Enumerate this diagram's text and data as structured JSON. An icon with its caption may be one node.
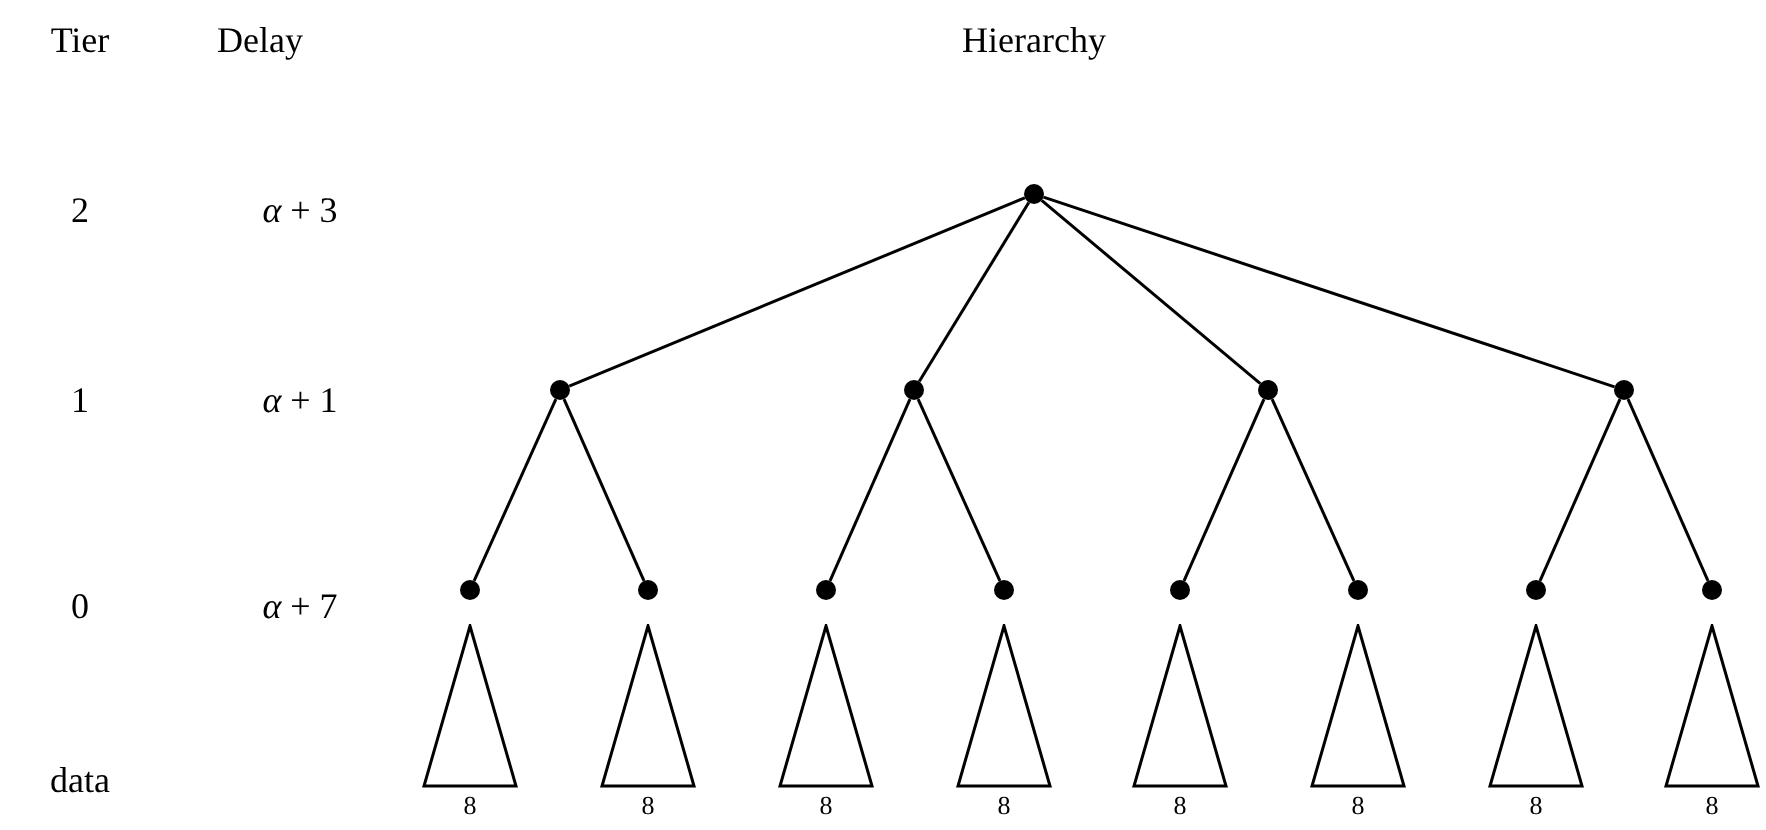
{
  "diagram": {
    "nodes": [
      {
        "text": [],
        "shape": "circle"
      },
      {
        "text": [],
        "shape": "circle"
      },
      {
        "text": [],
        "shape": "circle"
      },
      {
        "text": [],
        "shape": "circle"
      },
      {
        "text": [],
        "shape": "circle"
      },
      {
        "text": [],
        "shape": "circle"
      },
      {
        "text": [],
        "shape": "circle"
      },
      {
        "text": [],
        "shape": "circle"
      },
      {
        "text": [],
        "shape": "circle"
      },
      {
        "text": [],
        "shape": "circle"
      },
      {
        "text": [],
        "shape": "circle"
      },
      {
        "text": [],
        "shape": "circle"
      },
      {
        "text": [],
        "shape": "circle"
      },
      {
        "text": [],
        "shape": "triangle",
        "beside": [
          "8"
        ]
      },
      {
        "text": [],
        "shape": "triangle",
        "beside": [
          "8"
        ]
      },
      {
        "text": [],
        "shape": "triangle",
        "beside": [
          "8"
        ]
      },
      {
        "text": [],
        "shape": "triangle",
        "beside": [
          "8"
        ]
      },
      {
        "text": [],
        "shape": "triangle",
        "beside": [
          "8"
        ]
      },
      {
        "text": [],
        "shape": "triangle",
        "beside": [
          "8"
        ]
      },
      {
        "text": [],
        "shape": "triangle",
        "beside": [
          "8"
        ]
      },
      {
        "text": [],
        "shape": "triangle",
        "beside": [
          "8"
        ]
      }
    ],
    "edges": [
      {
        "from": 0,
        "to": 1,
        "arrow": "none"
      },
      {
        "from": 0,
        "to": 2,
        "arrow": "none"
      },
      {
        "from": 0,
        "to": 3,
        "arrow": "none"
      },
      {
        "from": 0,
        "to": 4,
        "arrow": "none"
      },
      {
        "from": 1,
        "to": 5,
        "arrow": "none"
      },
      {
        "from": 1,
        "to": 6,
        "arrow": "none"
      },
      {
        "from": 2,
        "to": 7,
        "arrow": "none"
      },
      {
        "from": 2,
        "to": 8,
        "arrow": "none"
      },
      {
        "from": 3,
        "to": 9,
        "arrow": "none"
      },
      {
        "from": 3,
        "to": 10,
        "arrow": "none"
      },
      {
        "from": 4,
        "to": 11,
        "arrow": "none"
      },
      {
        "from": 4,
        "to": 12,
        "arrow": "none"
      }
    ],
    "labels": [
      "Tier",
      "Delay",
      "Hierarchy",
      "2",
      "*α* + 3",
      "1",
      "*α* + 1",
      "0",
      "*α* + 7",
      "data"
    ]
  }
}
